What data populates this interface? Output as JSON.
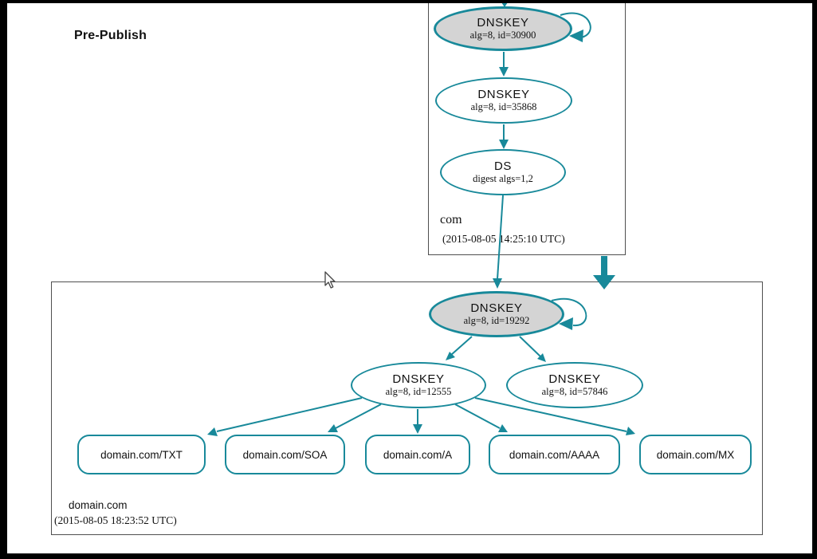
{
  "page": {
    "title": "Pre-Publish"
  },
  "colors": {
    "edge_teal": "#18899a",
    "sep_key_fill": "#d4d4d4",
    "node_fill": "#ffffff",
    "zone_box_border": "#4f4f4f",
    "frame": "#000000"
  },
  "zone_com": {
    "label": "com",
    "timestamp": "(2015-08-05 14:25:10 UTC)",
    "dnskey_sep": {
      "title": "DNSKEY",
      "subtitle": "alg=8, id=30900"
    },
    "dnskey": {
      "title": "DNSKEY",
      "subtitle": "alg=8, id=35868"
    },
    "ds": {
      "title": "DS",
      "subtitle": "digest algs=1,2"
    }
  },
  "zone_domain": {
    "label": "domain.com",
    "timestamp": "(2015-08-05 18:23:52 UTC)",
    "dnskey_sep": {
      "title": "DNSKEY",
      "subtitle": "alg=8, id=19292"
    },
    "dnskey_zsk": {
      "title": "DNSKEY",
      "subtitle": "alg=8, id=12555"
    },
    "dnskey_published": {
      "title": "DNSKEY",
      "subtitle": "alg=8, id=57846"
    },
    "rrsets": [
      {
        "label": "domain.com/TXT"
      },
      {
        "label": "domain.com/SOA"
      },
      {
        "label": "domain.com/A"
      },
      {
        "label": "domain.com/AAAA"
      },
      {
        "label": "domain.com/MX"
      }
    ]
  }
}
